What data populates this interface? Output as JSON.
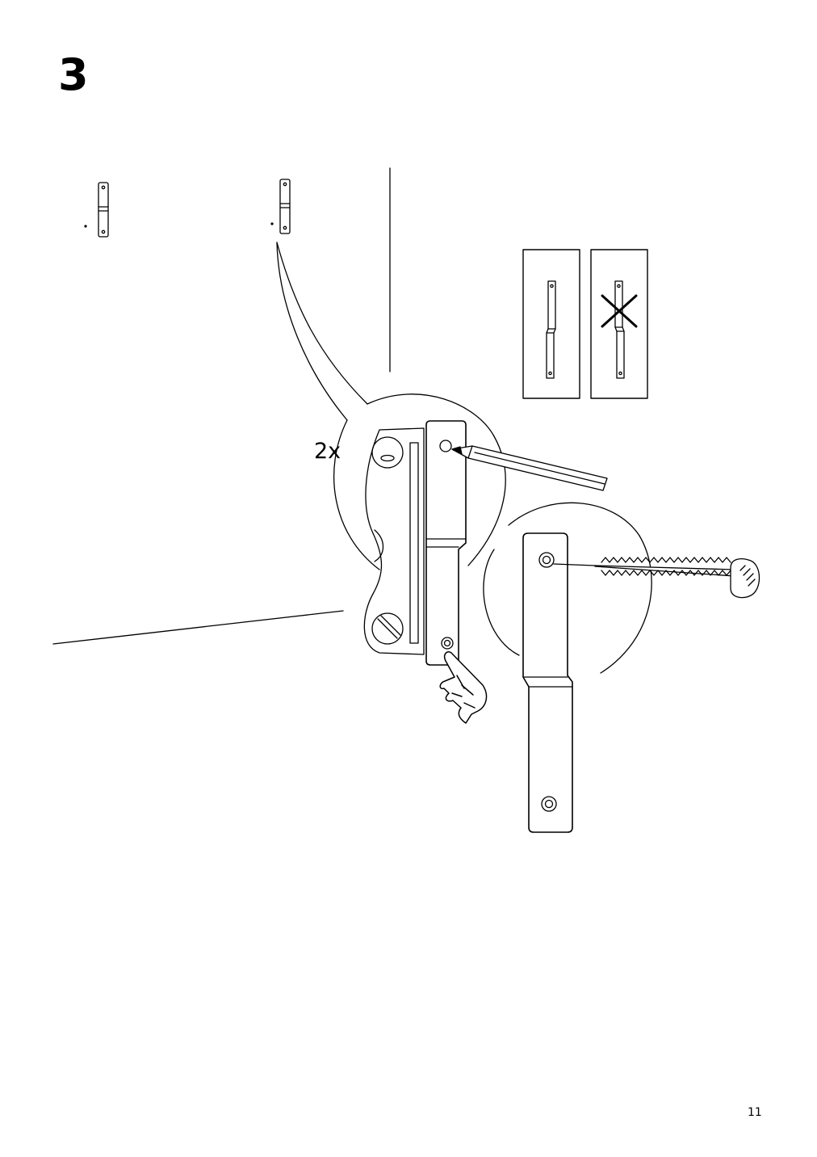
{
  "step": {
    "number": "3"
  },
  "detail": {
    "quantity": "2x"
  },
  "comparison": {
    "correct_icon": "bracket-correct-orientation",
    "wrong_icon": "cross-icon"
  },
  "footer": {
    "page_number": "11"
  }
}
